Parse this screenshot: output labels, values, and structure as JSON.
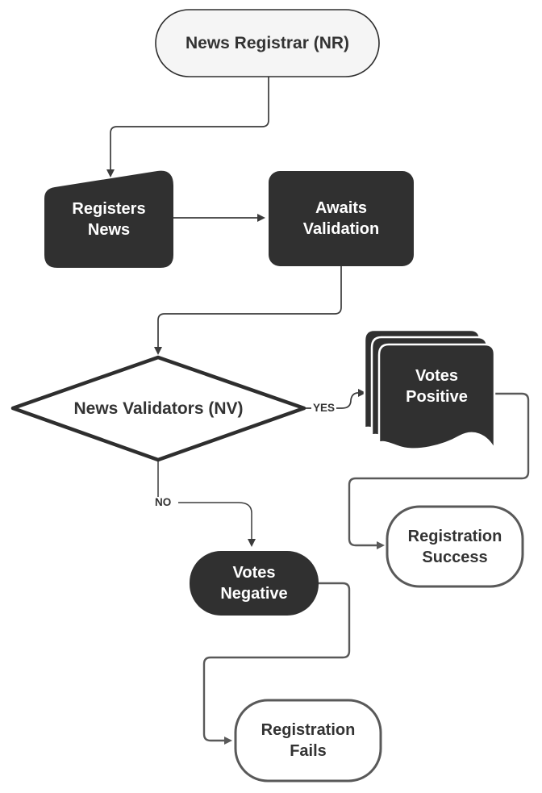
{
  "diagram": {
    "colors": {
      "dark_fill": "#303030",
      "dark_stroke": "#2e2e2e",
      "light_fill": "#f5f5f5",
      "white_fill": "#ffffff",
      "gray_stroke": "#595959",
      "connector_dark": "#3b3b3b",
      "text_dark": "#333333",
      "text_light": "#ffffff"
    },
    "nodes": {
      "news_registrar": {
        "label": "News Registrar (NR)",
        "shape": "terminator"
      },
      "registers_news": {
        "label": "Registers News",
        "shape": "card"
      },
      "awaits_validation": {
        "label": "Awaits Validation",
        "shape": "rounded-rectangle"
      },
      "news_validators": {
        "label": "News Validators (NV)",
        "shape": "decision-diamond"
      },
      "votes_positive": {
        "label": "Votes Positive",
        "shape": "multi-document"
      },
      "registration_success": {
        "label": "Registration Success",
        "shape": "terminator"
      },
      "votes_negative": {
        "label": "Votes Negative",
        "shape": "terminator"
      },
      "registration_fails": {
        "label": "Registration Fails",
        "shape": "terminator"
      }
    },
    "edge_labels": {
      "yes": "YES",
      "no": "NO"
    }
  }
}
